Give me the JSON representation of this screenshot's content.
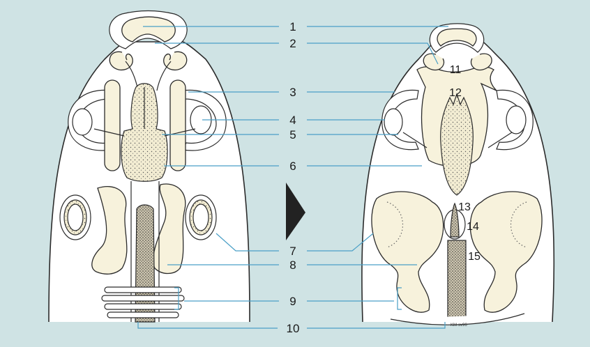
{
  "labels": {
    "l1": "1",
    "l2": "2",
    "l3": "3",
    "l4": "4",
    "l5": "5",
    "l6": "6",
    "l7": "7",
    "l8": "8",
    "l9": "9",
    "l10": "10",
    "l11": "11",
    "l12": "12",
    "l13": "13",
    "l14": "14",
    "l15": "15"
  },
  "signature": "KM-sv96",
  "colors": {
    "background": "#cfe3e4",
    "leader_lines": "#4a9fc6",
    "tissue": "#f7f2dc",
    "outline": "#2b2b2b",
    "arrow": "#222222"
  },
  "arrow_icon": "triangle-right-arrow"
}
